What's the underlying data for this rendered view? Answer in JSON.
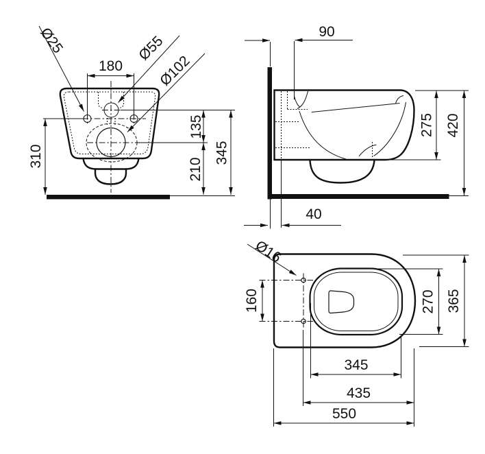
{
  "drawing": {
    "front": {
      "dia25": "Ø25",
      "dia55": "Ø55",
      "dia102": "Ø102",
      "width_180": "180",
      "height_310": "310",
      "height_135": "135",
      "height_210": "210",
      "height_345": "345"
    },
    "side": {
      "width_90": "90",
      "height_275": "275",
      "height_420": "420",
      "width_40": "40"
    },
    "top": {
      "dia16": "Ø16",
      "spacing_160": "160",
      "width_270": "270",
      "width_365": "365",
      "length_345": "345",
      "length_435": "435",
      "length_550": "550"
    }
  },
  "colors": {
    "line": "#111111",
    "background": "#ffffff"
  }
}
